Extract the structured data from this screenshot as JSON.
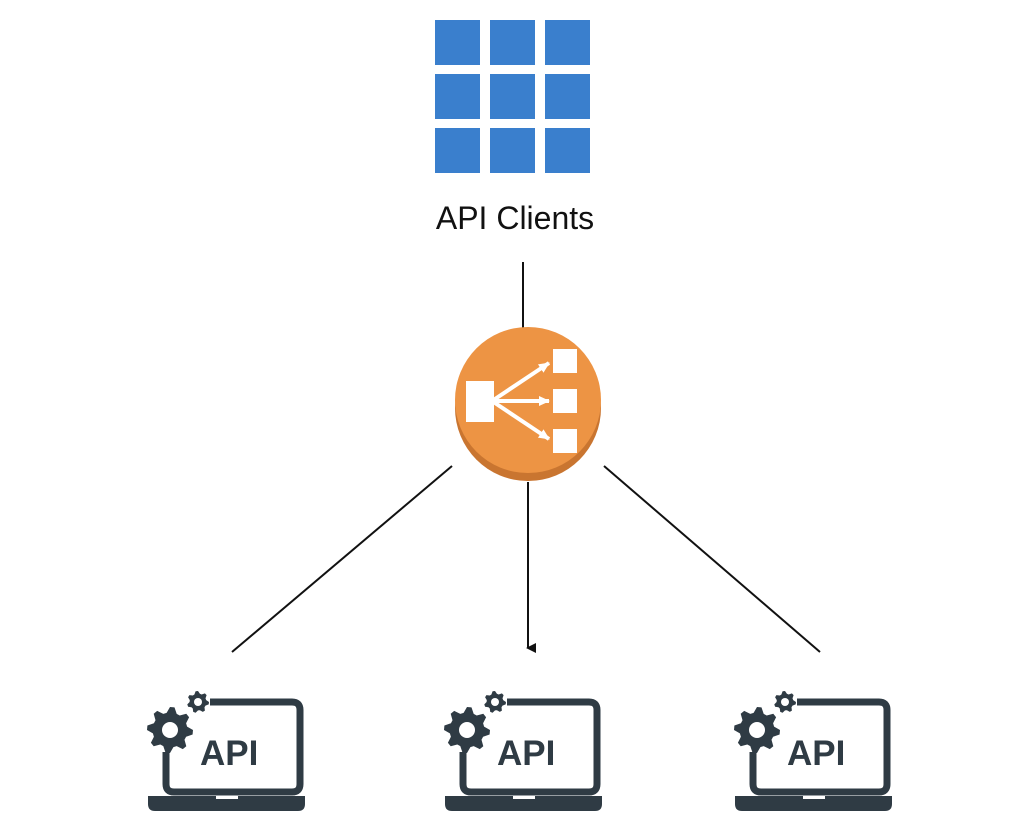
{
  "clients": {
    "label": "API Clients",
    "icon": "grid-icon",
    "color": "#3a7fcd"
  },
  "load_balancer": {
    "icon": "load-balancer-icon",
    "color": "#ed9444",
    "edge_color": "#c97530"
  },
  "servers": [
    {
      "label": "API",
      "icon": "api-laptop-icon"
    },
    {
      "label": "API",
      "icon": "api-laptop-icon"
    },
    {
      "label": "API",
      "icon": "api-laptop-icon"
    }
  ],
  "icon_color": "#2f3b44"
}
